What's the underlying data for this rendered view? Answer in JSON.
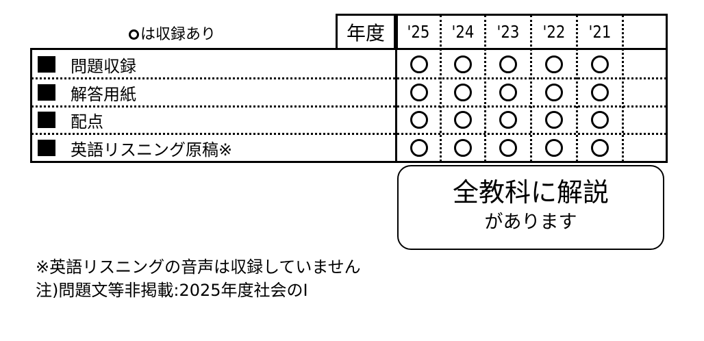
{
  "legend": {
    "symbol": "circle",
    "text": "は収録あり"
  },
  "year_header": {
    "label": "年度",
    "years": [
      "'25",
      "'24",
      "'23",
      "'22",
      "'21",
      ""
    ]
  },
  "rows": [
    {
      "label": "問題収録",
      "marks": [
        true,
        true,
        true,
        true,
        true,
        false
      ]
    },
    {
      "label": "解答用紙",
      "marks": [
        true,
        true,
        true,
        true,
        true,
        false
      ]
    },
    {
      "label": "配点",
      "marks": [
        true,
        true,
        true,
        true,
        true,
        false
      ]
    },
    {
      "label": "英語リスニング原稿※",
      "marks": [
        true,
        true,
        true,
        true,
        true,
        false
      ]
    }
  ],
  "callout": {
    "line1": "全教科に解説",
    "line2": "があります"
  },
  "notes": [
    "※英語リスニングの音声は収録していません",
    "注)問題文等非掲載:2025年度社会のⅠ"
  ],
  "colors": {
    "ink": "#000000",
    "background": "#ffffff"
  }
}
